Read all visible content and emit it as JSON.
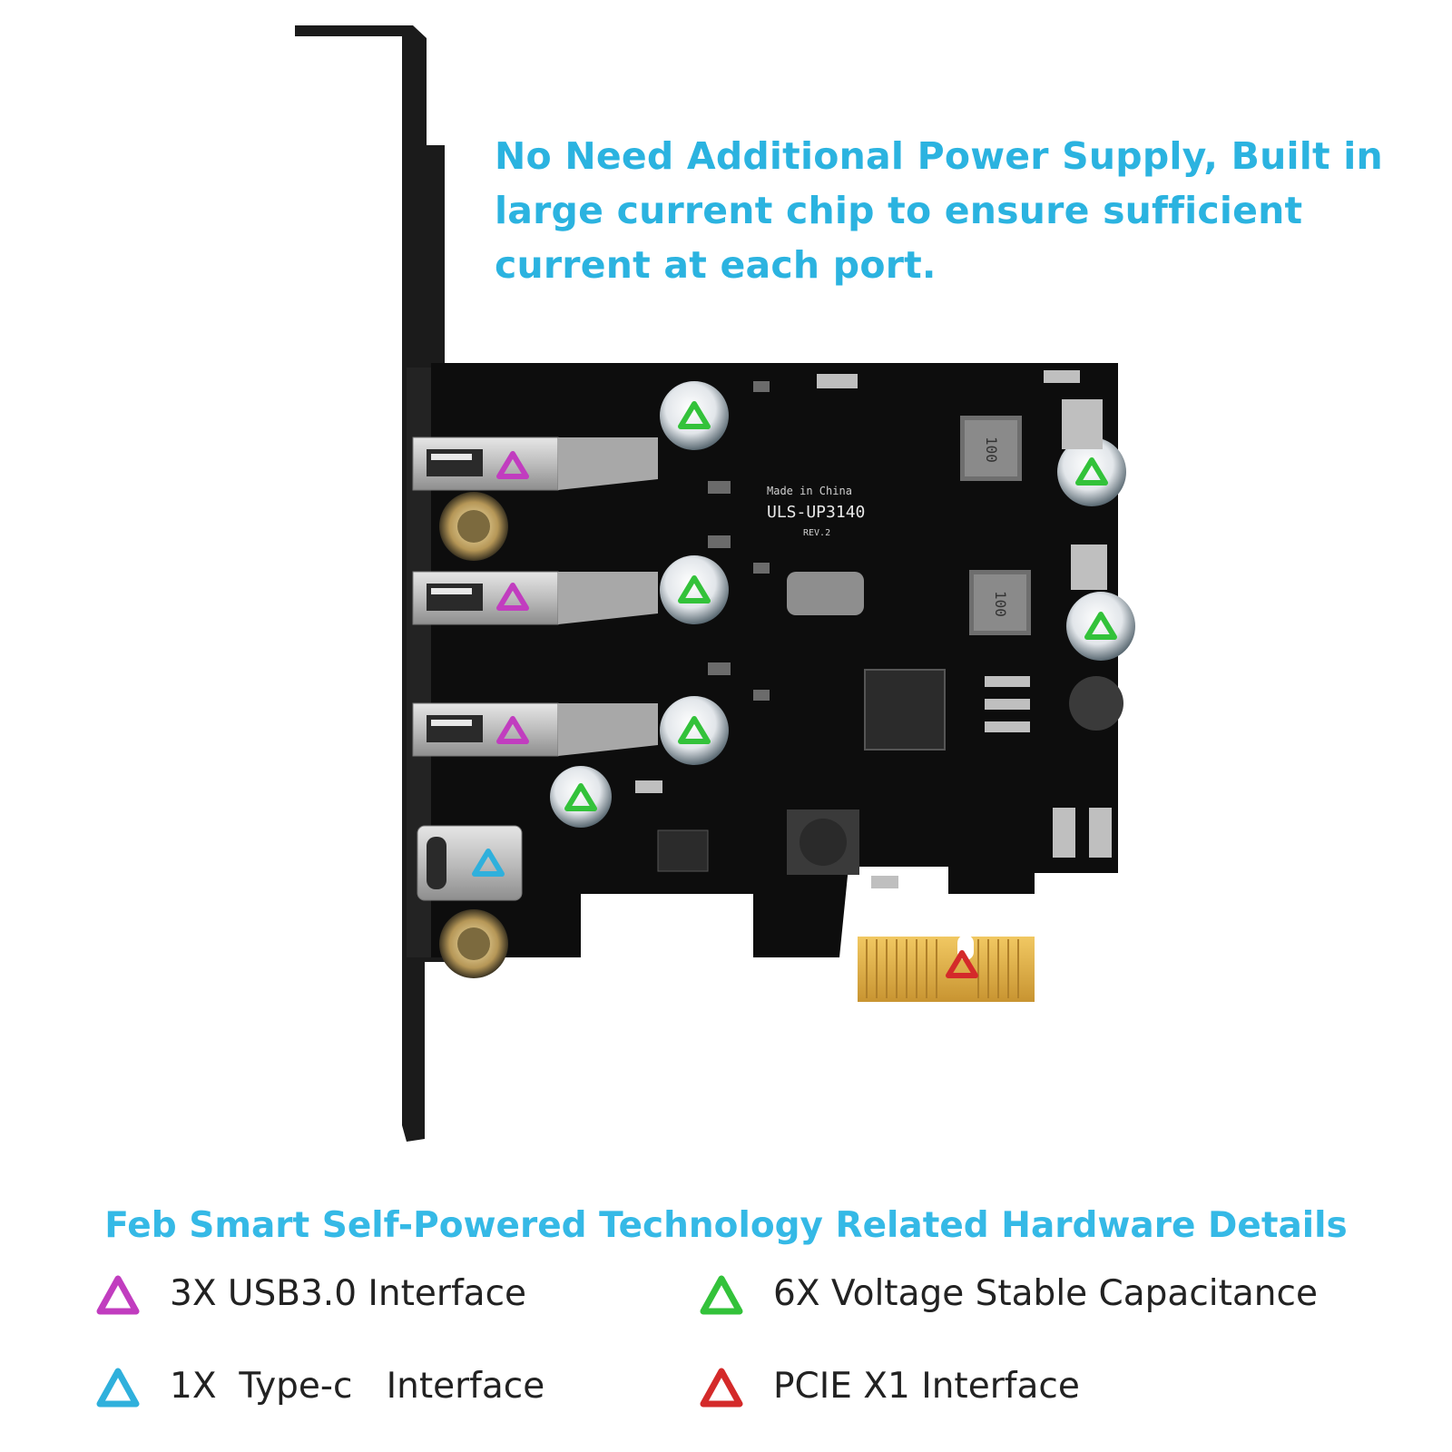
{
  "headline": "No Need Additional  Power Supply, Built in large current chip to ensure sufficient current at each port.",
  "board": {
    "silkscreen_model": "ULS-UP3140",
    "silkscreen_origin": "Made in China",
    "silkscreen_rev": "REV.2",
    "inductor_label": "100"
  },
  "subhead": "Feb Smart Self-Powered Technology Related Hardware Details",
  "legend": [
    {
      "label": "3X USB3.0 Interface",
      "color": "#c13dbf",
      "icon": "magenta-triangle-icon"
    },
    {
      "label": "6X Voltage Stable Capacitance",
      "color": "#33c23a",
      "icon": "green-triangle-icon"
    },
    {
      "label": "1X  Type-c   Interface",
      "color": "#2fb0dc",
      "icon": "blue-triangle-icon"
    },
    {
      "label": "PCIE X1 Interface",
      "color": "#d42a2a",
      "icon": "red-triangle-icon"
    }
  ]
}
